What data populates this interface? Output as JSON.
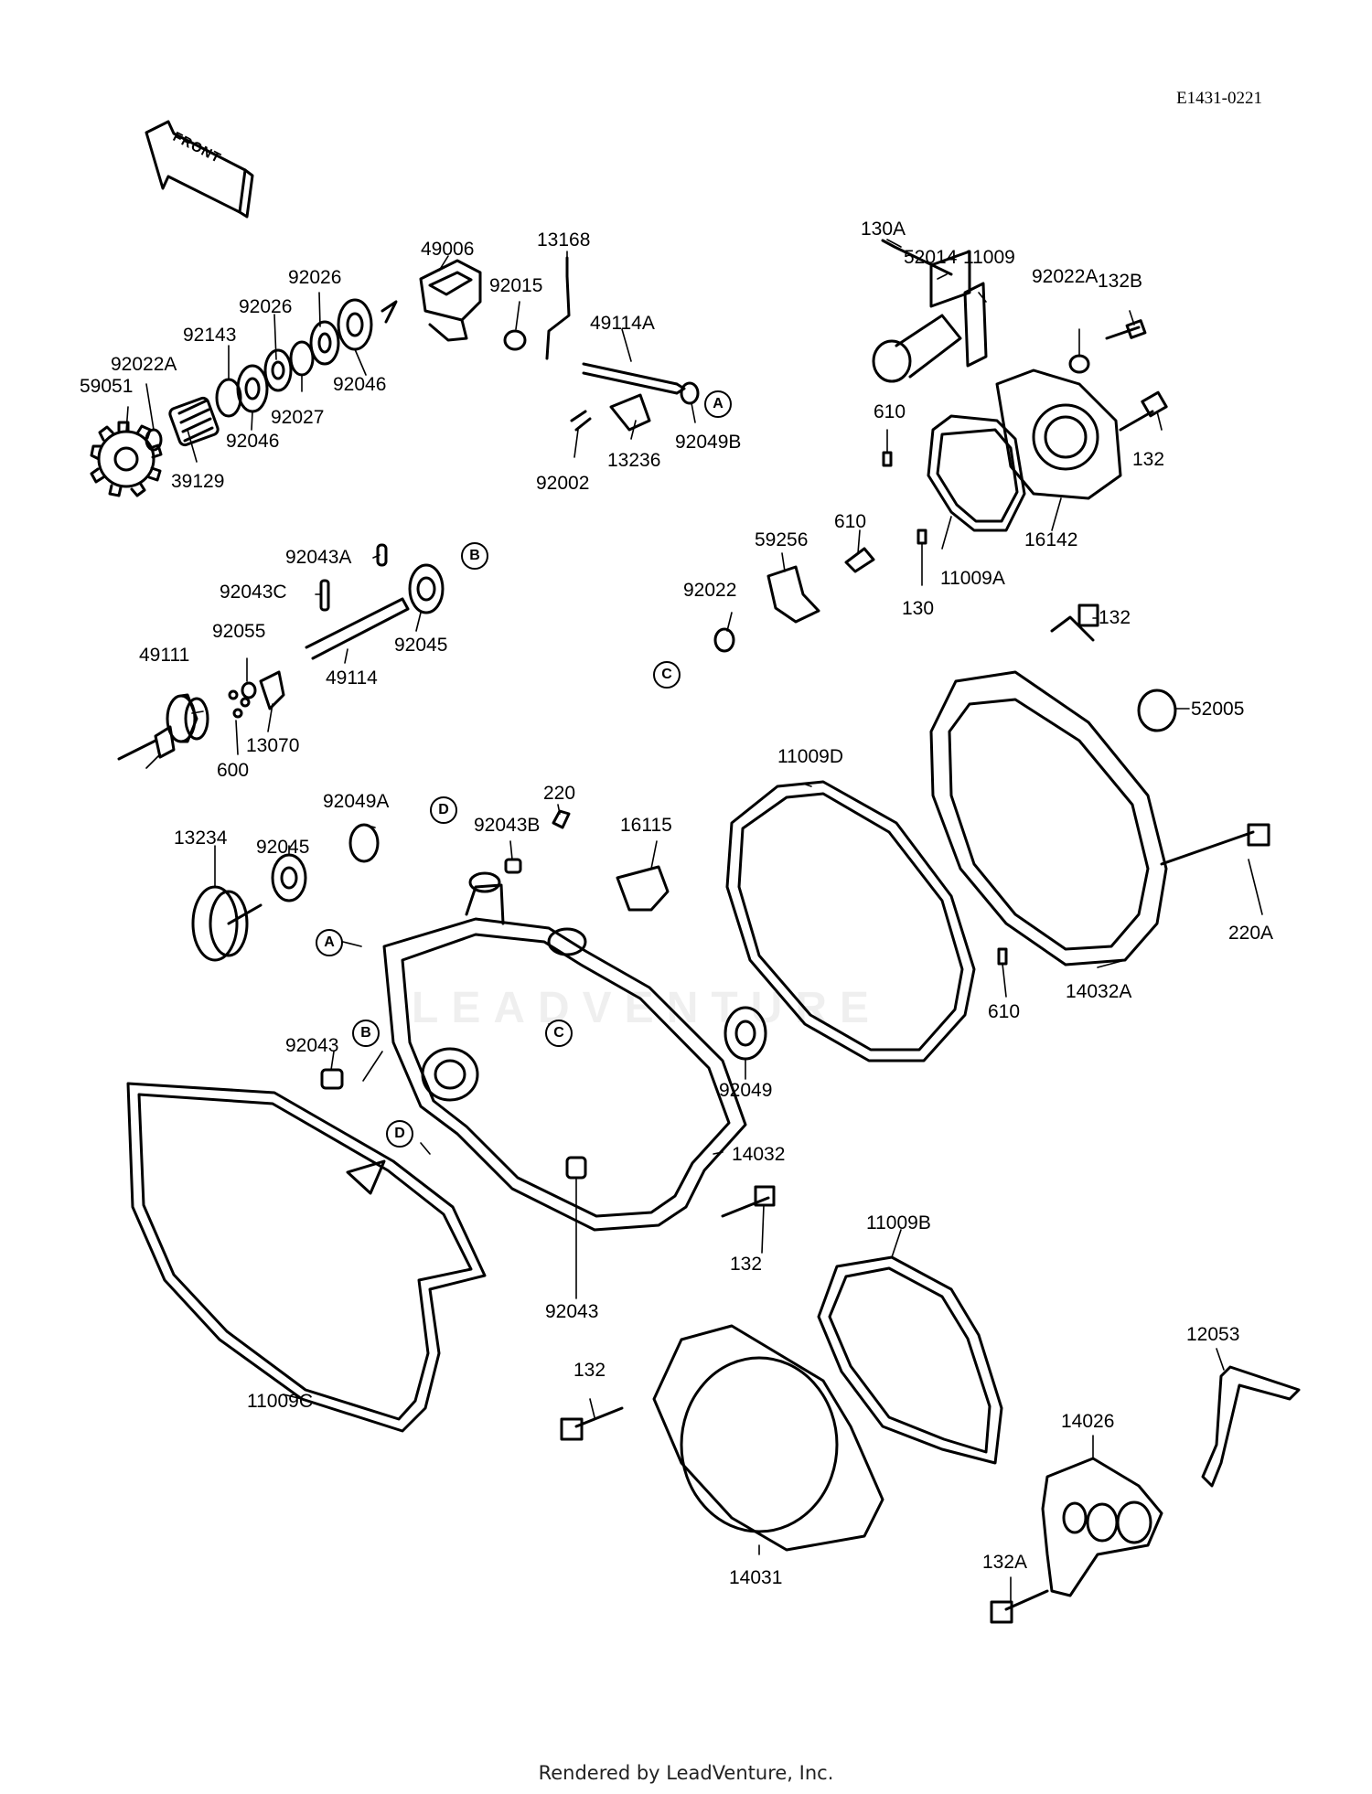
{
  "diagram_id": "E1431-0221",
  "front_arrow_text": "FRONT",
  "footer": "Rendered by LeadVenture, Inc.",
  "watermark": "LEADVENTURE",
  "ref_markers": [
    "A",
    "B",
    "C",
    "D"
  ],
  "part_labels": [
    "49006",
    "13168",
    "92015",
    "49114A",
    "92026",
    "92026",
    "92143",
    "92022A",
    "59051",
    "92046",
    "92027",
    "92046",
    "39129",
    "13236",
    "92049B",
    "92002",
    "130A",
    "52014",
    "11009",
    "92022A",
    "132B",
    "610",
    "132",
    "16142",
    "11009A",
    "610",
    "130",
    "59256",
    "92022",
    "92043A",
    "92043C",
    "92055",
    "49111",
    "49114",
    "92045",
    "13070",
    "600",
    "132",
    "52005",
    "11009D",
    "220A",
    "610",
    "14032A",
    "92049A",
    "220",
    "92043B",
    "16115",
    "92045",
    "13234",
    "92043",
    "92049",
    "14032",
    "11009C",
    "132",
    "92043",
    "11009B",
    "132",
    "14031",
    "12053",
    "14026",
    "132A"
  ]
}
